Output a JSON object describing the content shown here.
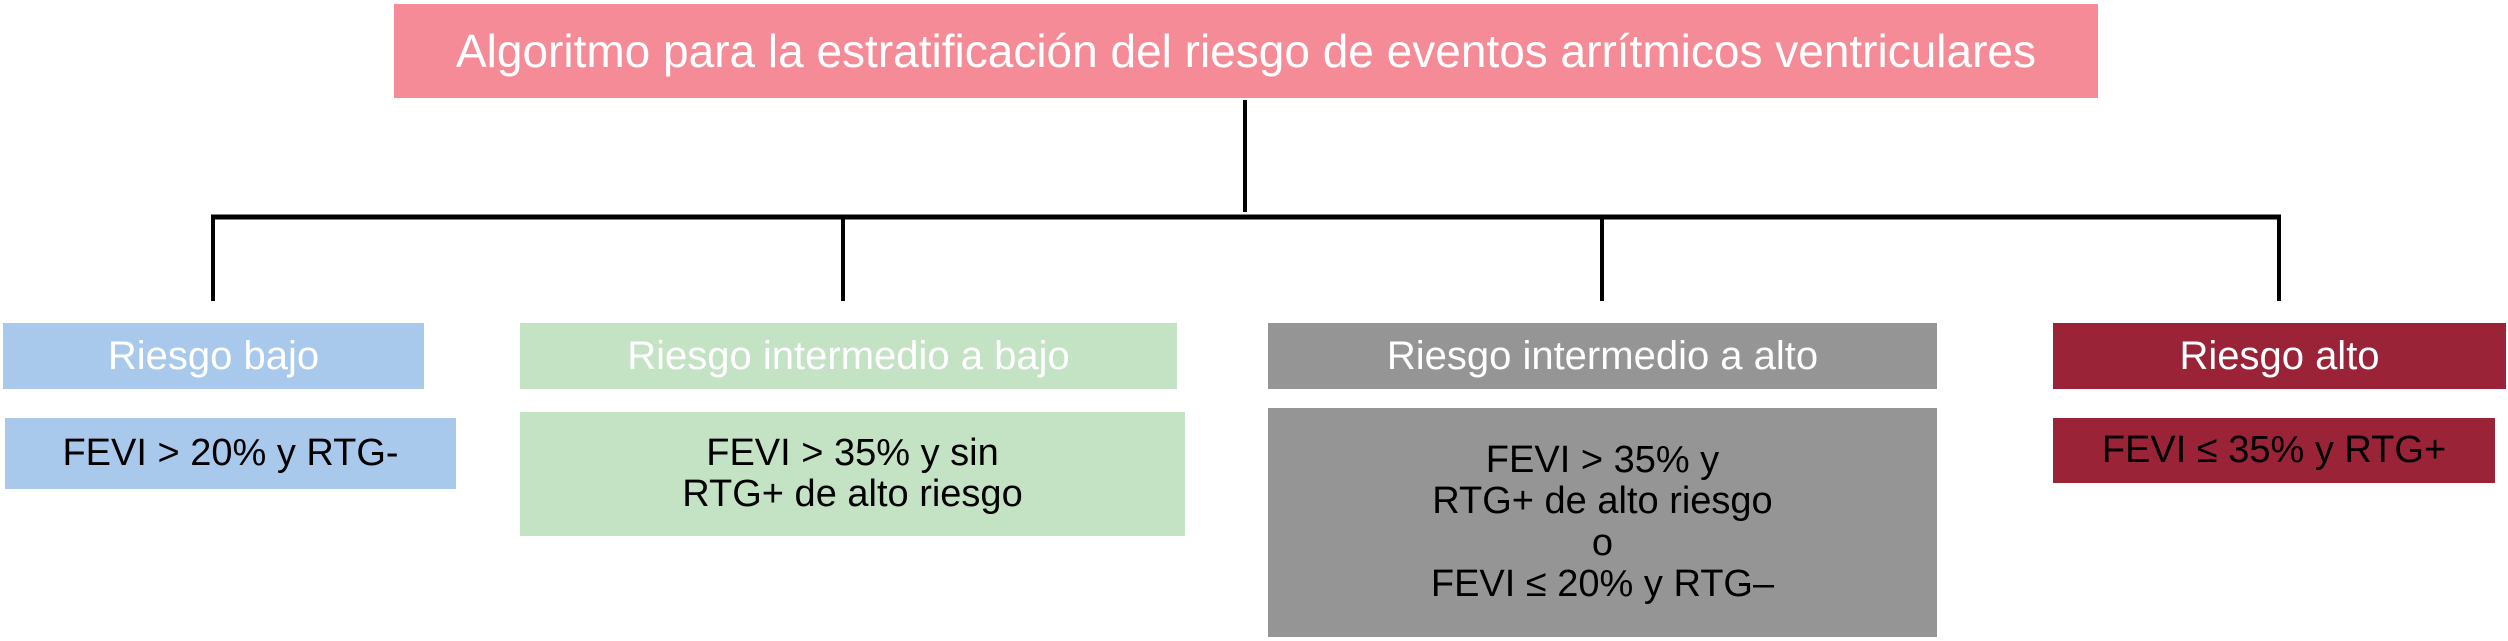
{
  "title": "Algoritmo para la estratificación del riesgo de eventos arrítmicos ventriculares",
  "categories": [
    {
      "header": "Riesgo bajo",
      "criteria": "FEVI > 20% y RTG-"
    },
    {
      "header": "Riesgo intermedio a bajo",
      "criteria": "FEVI > 35% y sin\nRTG+ de alto riesgo"
    },
    {
      "header": "Riesgo intermedio a alto",
      "criteria": "FEVI > 35% y\nRTG+ de alto riesgo\no\nFEVI ≤ 20% y RTG–"
    },
    {
      "header": "Riesgo alto",
      "criteria": "FEVI ≤ 35% y RTG+"
    }
  ],
  "colors": {
    "title": "#f48b97",
    "low": "#a9c9ec",
    "intermediate_low": "#c4e3c4",
    "intermediate_high": "#969595",
    "high": "#9a2338",
    "connector": "#000000"
  }
}
